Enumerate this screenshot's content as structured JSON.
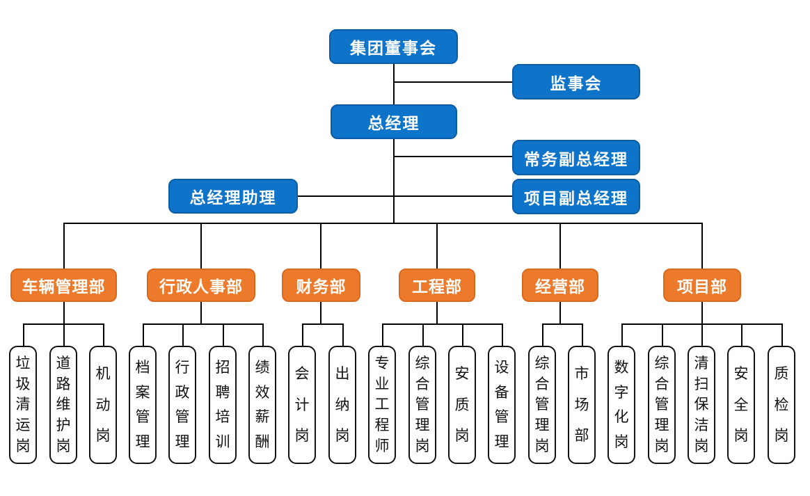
{
  "top": {
    "board": "集团董事会",
    "supervisory": "监事会",
    "general_manager": "总经理",
    "executive_deputy_gm": "常务副总经理",
    "gm_assistant": "总经理助理",
    "project_deputy_gm": "项目副总经理"
  },
  "departments": [
    {
      "label": "车辆管理部",
      "positions": [
        "垃圾清运岗",
        "道路维护岗",
        "机动岗"
      ]
    },
    {
      "label": "行政人事部",
      "positions": [
        "档案管理",
        "行政管理",
        "招聘培训",
        "绩效薪酬"
      ]
    },
    {
      "label": "财务部",
      "positions": [
        "会计岗",
        "出纳岗"
      ]
    },
    {
      "label": "工程部",
      "positions": [
        "专业工程师",
        "综合管理岗",
        "安质岗",
        "设备管理"
      ]
    },
    {
      "label": "经营部",
      "positions": [
        "综合管理岗",
        "市场部"
      ]
    },
    {
      "label": "项目部",
      "positions": [
        "数字化岗",
        "综合管理岗",
        "清扫保洁岗",
        "安全岗",
        "质检岗"
      ]
    }
  ],
  "colors": {
    "executive_fill": "#0d74c9",
    "executive_border": "#0a5ca6",
    "department_fill": "#ec7a2a",
    "department_border": "#d96a1d",
    "position_fill": "#ffffff",
    "position_border": "#111111",
    "connector": "#000000",
    "text_on_fill": "#ffffff",
    "text_on_position": "#111111"
  }
}
